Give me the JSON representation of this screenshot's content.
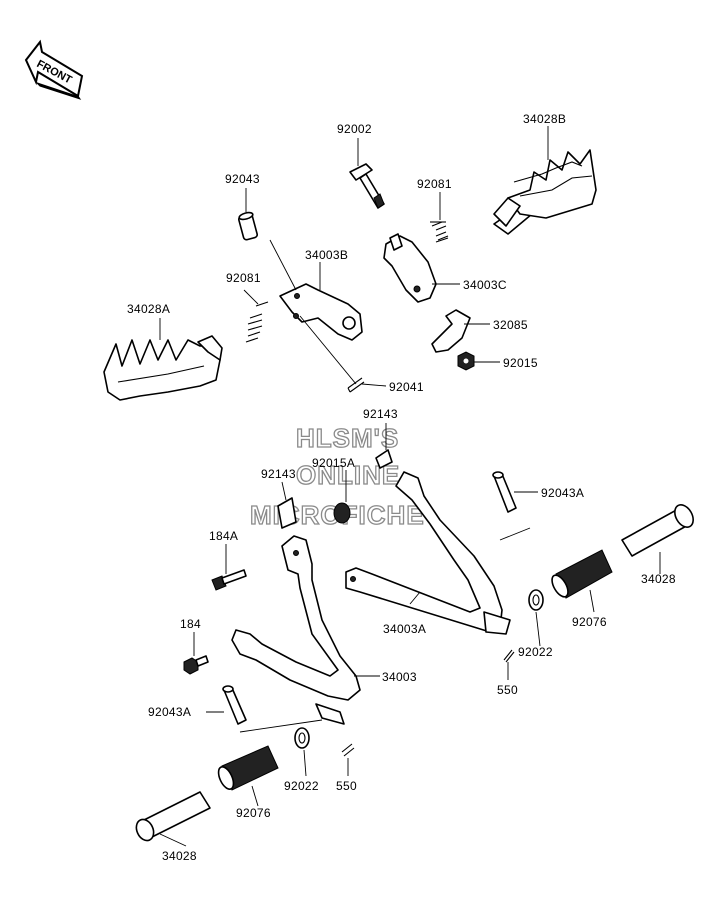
{
  "front_label": "FRONT",
  "watermark": [
    "HLSM'S",
    "ONLINE",
    "MICROFICHE"
  ],
  "parts": {
    "p92002": "92002",
    "p34028B": "34028B",
    "p92043_top": "92043",
    "p92081_right": "92081",
    "p34003B": "34003B",
    "p92081_left": "92081",
    "p34003C": "34003C",
    "p34028A": "34028A",
    "p32085": "32085",
    "p92015": "92015",
    "p92041": "92041",
    "p92143_top": "92143",
    "p92015A": "92015A",
    "p92143_left": "92143",
    "p92043A_right": "92043A",
    "p184A": "184A",
    "p34003A": "34003A",
    "p34028_right": "34028",
    "p184": "184",
    "p92076_right": "92076",
    "p92022_right": "92022",
    "p34003": "34003",
    "p550_right": "550",
    "p92043A_left": "92043A",
    "p92022_left": "92022",
    "p550_left": "550",
    "p92076_left": "92076",
    "p34028_left": "34028"
  }
}
